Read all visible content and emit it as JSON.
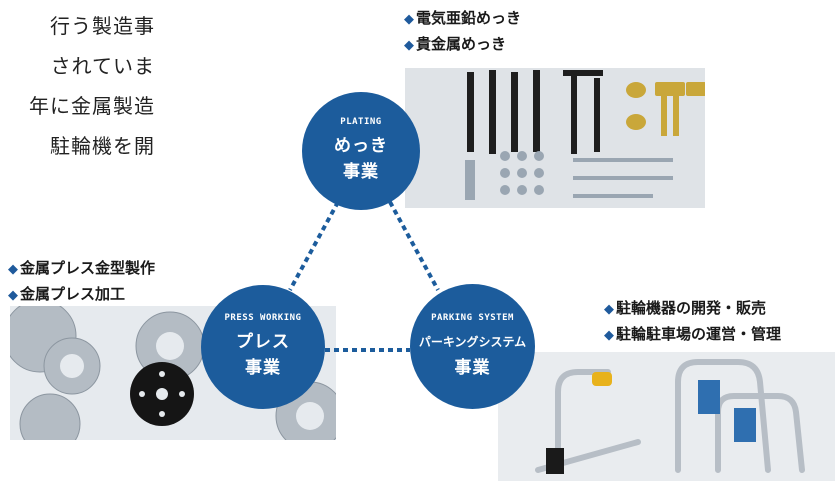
{
  "intro": {
    "lines": [
      "行う製造事",
      "されていま",
      "年に金属製造",
      "駐輪機を開"
    ]
  },
  "plating": {
    "en": "PLATING",
    "jp_line1": "めっき",
    "jp_line2": "事業",
    "items": [
      "電気亜鉛めっき",
      "貴金属めっき"
    ]
  },
  "press": {
    "en": "PRESS WORKING",
    "jp_line1": "プレス",
    "jp_line2": "事業",
    "items": [
      "金属プレス金型製作",
      "金属プレス加工"
    ]
  },
  "parking": {
    "en": "PARKING SYSTEM",
    "jp_line1": "パーキングシステム",
    "jp_line2": "事業",
    "items": [
      "駐輪機器の開発・販売",
      "駐輪駐車場の運営・管理"
    ]
  },
  "bullet_symbol": "◆",
  "colors": {
    "circle": "#1c5c9c",
    "connector": "#1c5c9c"
  }
}
